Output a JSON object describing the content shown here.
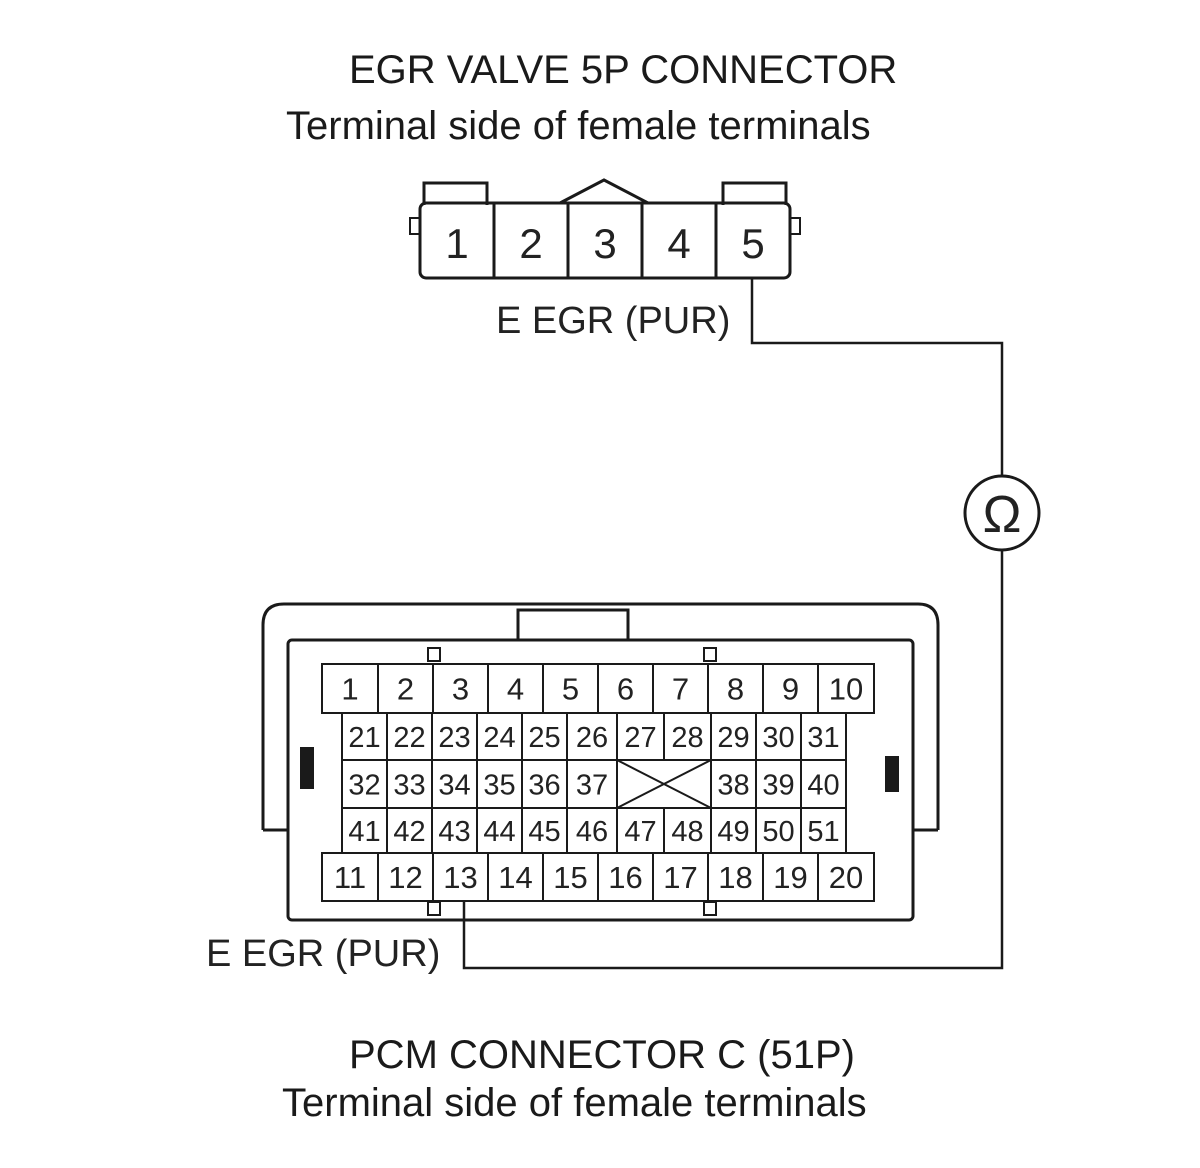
{
  "egr_connector": {
    "title": "EGR VALVE 5P CONNECTOR",
    "subtitle": "Terminal side of female terminals",
    "terminals": [
      "1",
      "2",
      "3",
      "4",
      "5"
    ],
    "wire_label": "E EGR (PUR)"
  },
  "pcm_connector": {
    "title": "PCM CONNECTOR C (51P)",
    "subtitle": "Terminal side of female terminals",
    "wire_label": "E EGR (PUR)",
    "rows": [
      [
        "1",
        "2",
        "3",
        "4",
        "5",
        "6",
        "7",
        "8",
        "9",
        "10"
      ],
      [
        "21",
        "22",
        "23",
        "24",
        "25",
        "26",
        "27",
        "28",
        "29",
        "30",
        "31"
      ],
      [
        "32",
        "33",
        "34",
        "35",
        "36",
        "37",
        "",
        "38",
        "39",
        "40"
      ],
      [
        "41",
        "42",
        "43",
        "44",
        "45",
        "46",
        "47",
        "48",
        "49",
        "50",
        "51"
      ],
      [
        "11",
        "12",
        "13",
        "14",
        "15",
        "16",
        "17",
        "18",
        "19",
        "20"
      ]
    ]
  },
  "meter": {
    "symbol": "Ω",
    "icon": "ohmmeter-icon"
  },
  "colors": {
    "line": "#1a1a1a",
    "text": "#222222"
  }
}
